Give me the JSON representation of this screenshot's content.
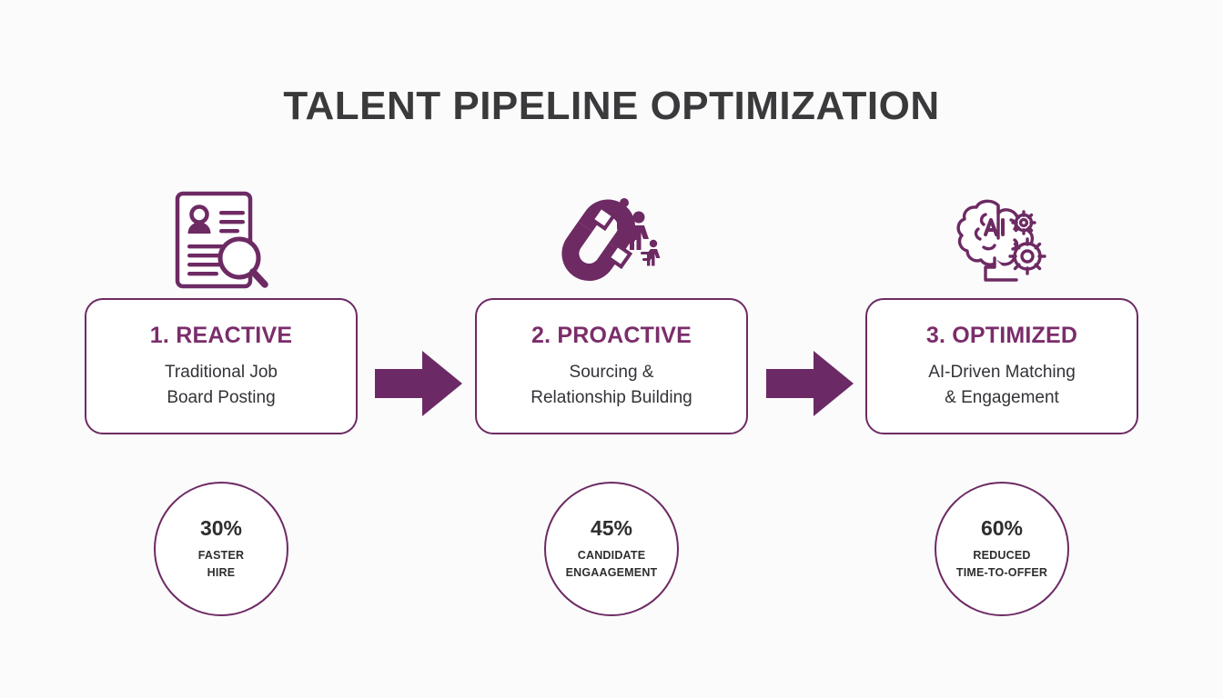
{
  "title": "TALENT PIPELINE OPTIMIZATION",
  "theme": {
    "background": "#fbfbfc",
    "accent_purple": "#6d2a63",
    "heading_purple": "#7b2d6b",
    "arrow_purple": "#6b2a66",
    "title_gray": "#3a3a3c",
    "body_gray": "#333338"
  },
  "stages": [
    {
      "icon": "resume-search-icon",
      "title": "1. REACTIVE",
      "description": "Traditional Job\nBoard Posting",
      "stat": {
        "value": "30%",
        "label": "FASTER\nHIRE"
      }
    },
    {
      "icon": "magnet-talent-icon",
      "title": "2. PROACTIVE",
      "description": "Sourcing &\nRelationship Building",
      "stat": {
        "value": "45%",
        "label": "CANDIDATE\nENGAAGEMENT"
      }
    },
    {
      "icon": "ai-brain-gears-icon",
      "title": "3. OPTIMIZED",
      "description": "AI-Driven Matching\n& Engagement",
      "stat": {
        "value": "60%",
        "label": "REDUCED\nTIME-TO-OFFER"
      }
    }
  ],
  "connectors": [
    {
      "name": "arrow-stage1-to-stage2",
      "glyph": "right-arrow-icon"
    },
    {
      "name": "arrow-stage2-to-stage3",
      "glyph": "right-arrow-icon"
    }
  ]
}
